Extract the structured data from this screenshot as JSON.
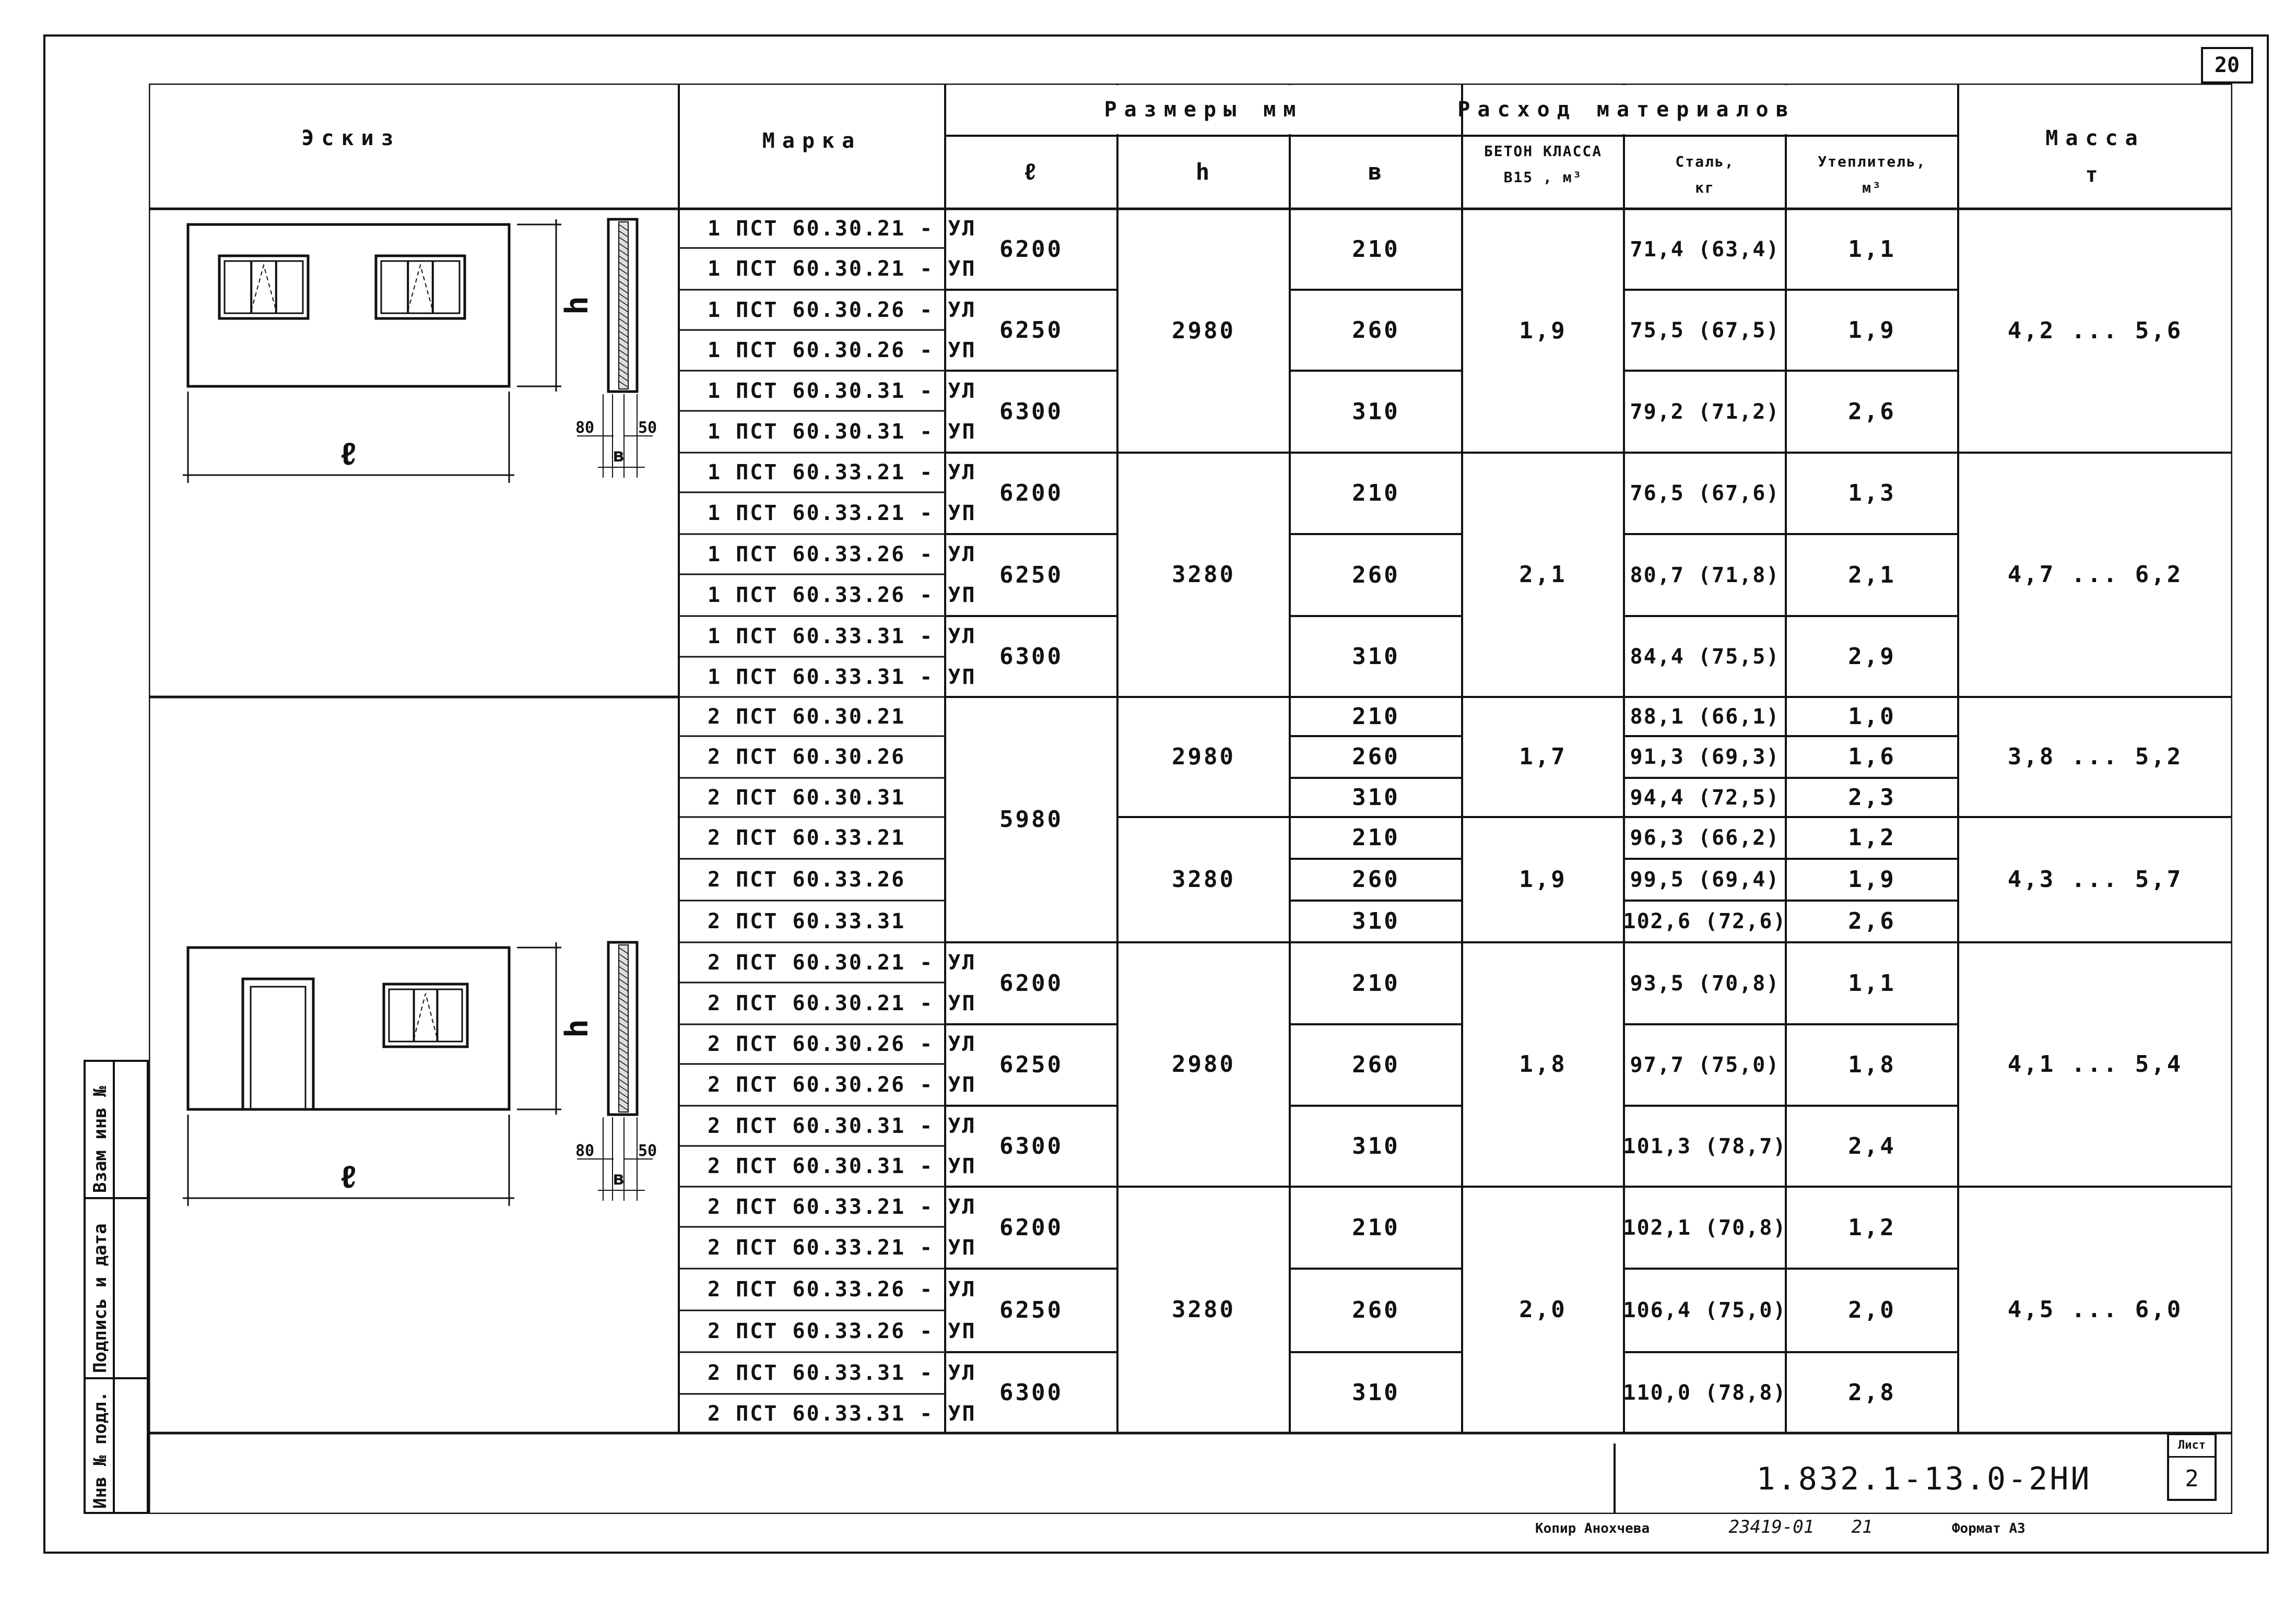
{
  "sheet_number": "20",
  "header": {
    "sketch": "Эскиз",
    "mark": "Марка",
    "sizes_group": "Размеры мм",
    "size_l": "ℓ",
    "size_h": "h",
    "size_b": "в",
    "materials_group": "Расход материалов",
    "concrete_line1": "БЕТОН КЛАССА",
    "concrete_line2": "В15 , м³",
    "steel_line1": "Сталь,",
    "steel_line2": "кг",
    "insulation_line1": "Утеплитель,",
    "insulation_line2": "м³",
    "mass_line1": "Масса",
    "mass_line2": "т"
  },
  "rows": [
    {
      "mark": "1 ПСТ 60.30.21 - УЛ"
    },
    {
      "mark": "1 ПСТ 60.30.21 - УП"
    },
    {
      "mark": "1 ПСТ 60.30.26 - УЛ"
    },
    {
      "mark": "1 ПСТ 60.30.26 - УП"
    },
    {
      "mark": "1 ПСТ 60.30.31 - УЛ"
    },
    {
      "mark": "1 ПСТ 60.30.31 - УП"
    },
    {
      "mark": "1 ПСТ 60.33.21 - УЛ"
    },
    {
      "mark": "1 ПСТ 60.33.21 - УП"
    },
    {
      "mark": "1 ПСТ 60.33.26 - УЛ"
    },
    {
      "mark": "1 ПСТ 60.33.26 - УП"
    },
    {
      "mark": "1 ПСТ 60.33.31 - УЛ"
    },
    {
      "mark": "1 ПСТ 60.33.31 - УП"
    },
    {
      "mark": "2 ПСТ 60.30.21"
    },
    {
      "mark": "2 ПСТ 60.30.26"
    },
    {
      "mark": "2 ПСТ 60.30.31"
    },
    {
      "mark": "2 ПСТ 60.33.21"
    },
    {
      "mark": "2 ПСТ 60.33.26"
    },
    {
      "mark": "2 ПСТ 60.33.31"
    },
    {
      "mark": "2 ПСТ 60.30.21 - УЛ"
    },
    {
      "mark": "2 ПСТ 60.30.21 - УП"
    },
    {
      "mark": "2 ПСТ 60.30.26 - УЛ"
    },
    {
      "mark": "2 ПСТ 60.30.26 - УП"
    },
    {
      "mark": "2 ПСТ 60.30.31 - УЛ"
    },
    {
      "mark": "2 ПСТ 60.30.31 - УП"
    },
    {
      "mark": "2 ПСТ 60.33.21 - УЛ"
    },
    {
      "mark": "2 ПСТ 60.33.21 - УП"
    },
    {
      "mark": "2 ПСТ 60.33.26 - УЛ"
    },
    {
      "mark": "2 ПСТ 60.33.26 - УП"
    },
    {
      "mark": "2 ПСТ 60.33.31 - УЛ"
    },
    {
      "mark": "2 ПСТ 60.33.31 - УП"
    }
  ],
  "groups": {
    "l": [
      {
        "rows": [
          0,
          1
        ],
        "text": "6200"
      },
      {
        "rows": [
          2,
          3
        ],
        "text": "6250"
      },
      {
        "rows": [
          4,
          5
        ],
        "text": "6300"
      },
      {
        "rows": [
          6,
          7
        ],
        "text": "6200"
      },
      {
        "rows": [
          8,
          9
        ],
        "text": "6250"
      },
      {
        "rows": [
          10,
          11
        ],
        "text": "6300"
      },
      {
        "rows": [
          12,
          17
        ],
        "text": "5980"
      },
      {
        "rows": [
          18,
          19
        ],
        "text": "6200"
      },
      {
        "rows": [
          20,
          21
        ],
        "text": "6250"
      },
      {
        "rows": [
          22,
          23
        ],
        "text": "6300"
      },
      {
        "rows": [
          24,
          25
        ],
        "text": "6200"
      },
      {
        "rows": [
          26,
          27
        ],
        "text": "6250"
      },
      {
        "rows": [
          28,
          29
        ],
        "text": "6300"
      }
    ],
    "h": [
      {
        "rows": [
          0,
          5
        ],
        "text": "2980"
      },
      {
        "rows": [
          6,
          11
        ],
        "text": "3280"
      },
      {
        "rows": [
          12,
          14
        ],
        "text": "2980"
      },
      {
        "rows": [
          15,
          17
        ],
        "text": "3280"
      },
      {
        "rows": [
          18,
          23
        ],
        "text": "2980"
      },
      {
        "rows": [
          24,
          29
        ],
        "text": "3280"
      }
    ],
    "b": [
      {
        "rows": [
          0,
          1
        ],
        "text": "210"
      },
      {
        "rows": [
          2,
          3
        ],
        "text": "260"
      },
      {
        "rows": [
          4,
          5
        ],
        "text": "310"
      },
      {
        "rows": [
          6,
          7
        ],
        "text": "210"
      },
      {
        "rows": [
          8,
          9
        ],
        "text": "260"
      },
      {
        "rows": [
          10,
          11
        ],
        "text": "310"
      },
      {
        "rows": [
          12,
          12
        ],
        "text": "210"
      },
      {
        "rows": [
          13,
          13
        ],
        "text": "260"
      },
      {
        "rows": [
          14,
          14
        ],
        "text": "310"
      },
      {
        "rows": [
          15,
          15
        ],
        "text": "210"
      },
      {
        "rows": [
          16,
          16
        ],
        "text": "260"
      },
      {
        "rows": [
          17,
          17
        ],
        "text": "310"
      },
      {
        "rows": [
          18,
          19
        ],
        "text": "210"
      },
      {
        "rows": [
          20,
          21
        ],
        "text": "260"
      },
      {
        "rows": [
          22,
          23
        ],
        "text": "310"
      },
      {
        "rows": [
          24,
          25
        ],
        "text": "210"
      },
      {
        "rows": [
          26,
          27
        ],
        "text": "260"
      },
      {
        "rows": [
          28,
          29
        ],
        "text": "310"
      }
    ],
    "concrete": [
      {
        "rows": [
          0,
          5
        ],
        "text": "1,9"
      },
      {
        "rows": [
          6,
          11
        ],
        "text": "2,1"
      },
      {
        "rows": [
          12,
          14
        ],
        "text": "1,7"
      },
      {
        "rows": [
          15,
          17
        ],
        "text": "1,9"
      },
      {
        "rows": [
          18,
          23
        ],
        "text": "1,8"
      },
      {
        "rows": [
          24,
          29
        ],
        "text": "2,0"
      }
    ],
    "steel": [
      {
        "rows": [
          0,
          1
        ],
        "text": "71,4 (63,4)"
      },
      {
        "rows": [
          2,
          3
        ],
        "text": "75,5 (67,5)"
      },
      {
        "rows": [
          4,
          5
        ],
        "text": "79,2 (71,2)"
      },
      {
        "rows": [
          6,
          7
        ],
        "text": "76,5 (67,6)"
      },
      {
        "rows": [
          8,
          9
        ],
        "text": "80,7 (71,8)"
      },
      {
        "rows": [
          10,
          11
        ],
        "text": "84,4 (75,5)"
      },
      {
        "rows": [
          12,
          12
        ],
        "text": "88,1 (66,1)"
      },
      {
        "rows": [
          13,
          13
        ],
        "text": "91,3 (69,3)"
      },
      {
        "rows": [
          14,
          14
        ],
        "text": "94,4 (72,5)"
      },
      {
        "rows": [
          15,
          15
        ],
        "text": "96,3 (66,2)"
      },
      {
        "rows": [
          16,
          16
        ],
        "text": "99,5 (69,4)"
      },
      {
        "rows": [
          17,
          17
        ],
        "text": "102,6 (72,6)"
      },
      {
        "rows": [
          18,
          19
        ],
        "text": "93,5 (70,8)"
      },
      {
        "rows": [
          20,
          21
        ],
        "text": "97,7 (75,0)"
      },
      {
        "rows": [
          22,
          23
        ],
        "text": "101,3 (78,7)"
      },
      {
        "rows": [
          24,
          25
        ],
        "text": "102,1 (70,8)"
      },
      {
        "rows": [
          26,
          27
        ],
        "text": "106,4 (75,0)"
      },
      {
        "rows": [
          28,
          29
        ],
        "text": "110,0 (78,8)"
      }
    ],
    "insulation": [
      {
        "rows": [
          0,
          1
        ],
        "text": "1,1"
      },
      {
        "rows": [
          2,
          3
        ],
        "text": "1,9"
      },
      {
        "rows": [
          4,
          5
        ],
        "text": "2,6"
      },
      {
        "rows": [
          6,
          7
        ],
        "text": "1,3"
      },
      {
        "rows": [
          8,
          9
        ],
        "text": "2,1"
      },
      {
        "rows": [
          10,
          11
        ],
        "text": "2,9"
      },
      {
        "rows": [
          12,
          12
        ],
        "text": "1,0"
      },
      {
        "rows": [
          13,
          13
        ],
        "text": "1,6"
      },
      {
        "rows": [
          14,
          14
        ],
        "text": "2,3"
      },
      {
        "rows": [
          15,
          15
        ],
        "text": "1,2"
      },
      {
        "rows": [
          16,
          16
        ],
        "text": "1,9"
      },
      {
        "rows": [
          17,
          17
        ],
        "text": "2,6"
      },
      {
        "rows": [
          18,
          19
        ],
        "text": "1,1"
      },
      {
        "rows": [
          20,
          21
        ],
        "text": "1,8"
      },
      {
        "rows": [
          22,
          23
        ],
        "text": "2,4"
      },
      {
        "rows": [
          24,
          25
        ],
        "text": "1,2"
      },
      {
        "rows": [
          26,
          27
        ],
        "text": "2,0"
      },
      {
        "rows": [
          28,
          29
        ],
        "text": "2,8"
      }
    ],
    "mass": [
      {
        "rows": [
          0,
          5
        ],
        "text": "4,2 ... 5,6"
      },
      {
        "rows": [
          6,
          11
        ],
        "text": "4,7 ... 6,2"
      },
      {
        "rows": [
          12,
          14
        ],
        "text": "3,8 ... 5,2"
      },
      {
        "rows": [
          15,
          17
        ],
        "text": "4,3 ... 5,7"
      },
      {
        "rows": [
          18,
          23
        ],
        "text": "4,1 ... 5,4"
      },
      {
        "rows": [
          24,
          29
        ],
        "text": "4,5 ... 6,0"
      }
    ]
  },
  "sketch_labels": {
    "length": "ℓ",
    "height": "h",
    "width": "в",
    "dim_80": "80",
    "dim_50": "50"
  },
  "side_stamp": [
    "Инв № подл.",
    "Подпись и дата",
    "Взам инв №"
  ],
  "document_code": "1.832.1-13.0-2НИ",
  "list_label": "Лист",
  "list_number": "2",
  "footer": {
    "copied": "Копир Анохчева",
    "order": "23419-01",
    "page": "21",
    "format": "Формат А3"
  }
}
